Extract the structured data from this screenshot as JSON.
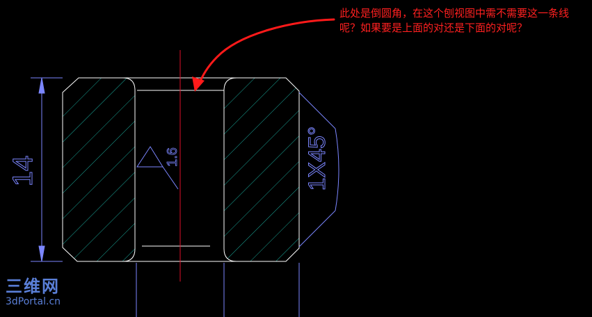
{
  "annotation": {
    "text": "此处是倒圆角，在这个刨视图中需不需要这一条线呢？如果要是上面的对还是下面的对呢？"
  },
  "dimensions": {
    "height_value": "14",
    "roughness_value": "1.6",
    "chamfer_value": "1X45°"
  },
  "watermark": {
    "cn": "三维网",
    "en": "3dPortal.cn"
  },
  "colors": {
    "background": "#000000",
    "outline": "#ffffff",
    "hatch": "#1aa89a",
    "dimension": "#7b86ff",
    "centerline": "#e0102a",
    "arrow": "#ff1a1a"
  }
}
